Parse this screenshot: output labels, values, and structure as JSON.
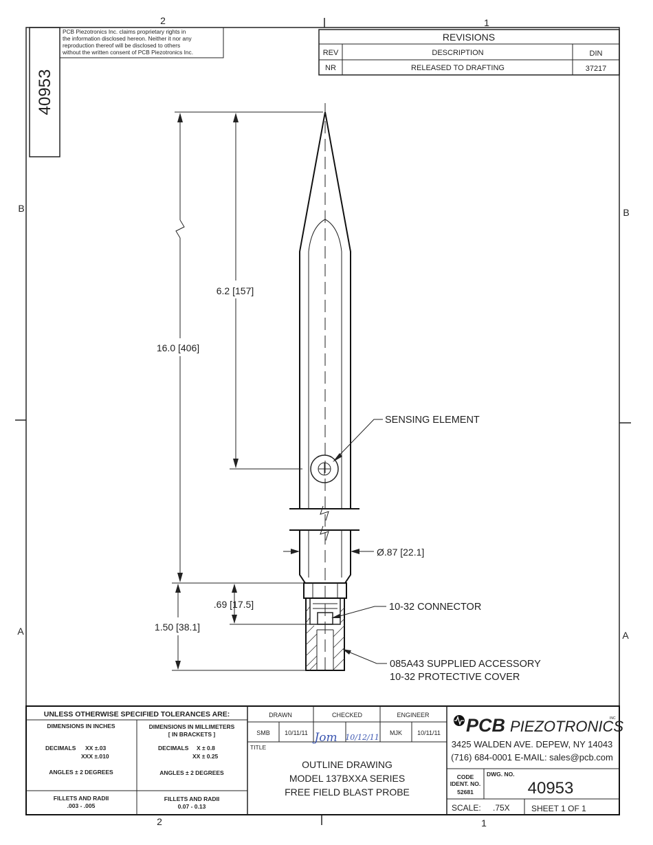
{
  "zones": {
    "top_left": "2",
    "top_right": "1",
    "bottom_left": "2",
    "bottom_right": "1",
    "left_b": "B",
    "right_b": "B",
    "left_a": "A",
    "right_a": "A"
  },
  "proprietary": {
    "lines": [
      "PCB Piezotronics Inc. claims proprietary rights in",
      "the information disclosed hereon.  Neither it nor any",
      "reproduction thereof will be disclosed to others",
      "without the written consent of PCB Piezotronics Inc."
    ]
  },
  "side_dwg_no": "40953",
  "revisions": {
    "title": "REVISIONS",
    "headers": {
      "rev": "REV",
      "description": "DESCRIPTION",
      "din": "DIN"
    },
    "rows": [
      {
        "rev": "NR",
        "description": "RELEASED TO DRAFTING",
        "din": "37217"
      }
    ]
  },
  "dimensions": {
    "overall": "16.0 [406]",
    "tip_to_element": "6.2 [157]",
    "diameter": "Ø.87 [22.1]",
    "connector_length": ".69 [17.5]",
    "cover_length": "1.50 [38.1]"
  },
  "callouts": {
    "sensing_element": "SENSING ELEMENT",
    "connector": "10-32 CONNECTOR",
    "accessory_line1": "085A43 SUPPLIED ACCESSORY",
    "accessory_line2": "10-32 PROTECTIVE COVER"
  },
  "tolerances": {
    "heading": "UNLESS OTHERWISE SPECIFIED TOLERANCES ARE:",
    "inches_header": "DIMENSIONS  IN INCHES",
    "mm_header_1": "DIMENSIONS IN MILLIMETERS",
    "mm_header_2": "[ IN BRACKETS ]",
    "inch_decimals_label": "DECIMALS",
    "inch_xx": "XX  ±.03",
    "inch_xxx": "XXX  ±.010",
    "mm_decimals_label": "DECIMALS",
    "mm_x": "X  ± 0.8",
    "mm_xx": "XX  ± 0.25",
    "inch_angles": "ANGLES  ±  2 DEGREES",
    "mm_angles": "ANGLES  ±  2 DEGREES",
    "inch_fillets_label": "FILLETS AND RADII",
    "inch_fillets_value": ".003 - .005",
    "mm_fillets_label": "FILLETS AND RADII",
    "mm_fillets_value": "0.07 - 0.13"
  },
  "approvals": {
    "drawn_header": "DRAWN",
    "checked_header": "CHECKED",
    "engineer_header": "ENGINEER",
    "drawn_by": "SMB",
    "drawn_date": "10/11/11",
    "engineer_by": "MJK",
    "engineer_date": "10/11/11",
    "checked_signature": "Jom",
    "checked_date": "10/12/11"
  },
  "title_block": {
    "title_label": "TITLE",
    "line1": "OUTLINE DRAWING",
    "line2": "MODEL 137BXXA SERIES",
    "line3": "FREE FIELD BLAST PROBE"
  },
  "company": {
    "logo_bold": "PCB",
    "logo_rest": "PIEZOTRONICS",
    "trademark": "INC",
    "address": "3425 WALDEN AVE. DEPEW, NY 14043",
    "contact": "(716)  684-0001 E-MAIL:  sales@pcb.com"
  },
  "drawing_info": {
    "code_label_1": "CODE",
    "code_label_2": "IDENT. NO.",
    "code_value": "52681",
    "dwg_label": "DWG. NO.",
    "dwg_no": "40953",
    "scale_label": "SCALE:",
    "scale_value": ".75X",
    "sheet": "SHEET   1  OF  1"
  }
}
